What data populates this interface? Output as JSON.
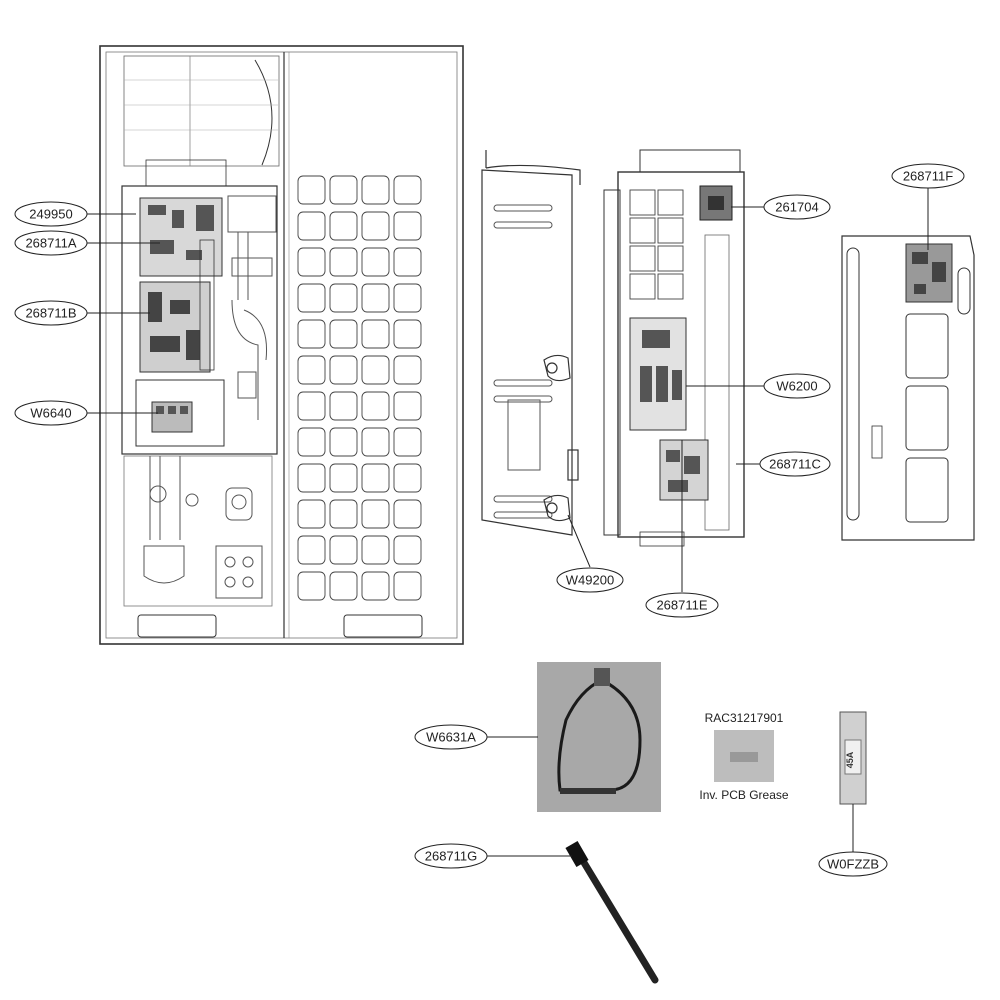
{
  "diagram": {
    "callouts": {
      "c249950": "249950",
      "c268711A": "268711A",
      "c268711B": "268711B",
      "cW6640": "W6640",
      "c261704": "261704",
      "cW6200": "W6200",
      "c268711C": "268711C",
      "c268711F": "268711F",
      "cW49200": "W49200",
      "c268711E": "268711E",
      "cW6631A": "W6631A",
      "c268711G": "268711G",
      "cW0FZZB": "W0FZZB"
    },
    "grease_part_number": "RAC31217901",
    "grease_caption": "Inv. PCB Grease",
    "fuse_rating": "45A"
  }
}
